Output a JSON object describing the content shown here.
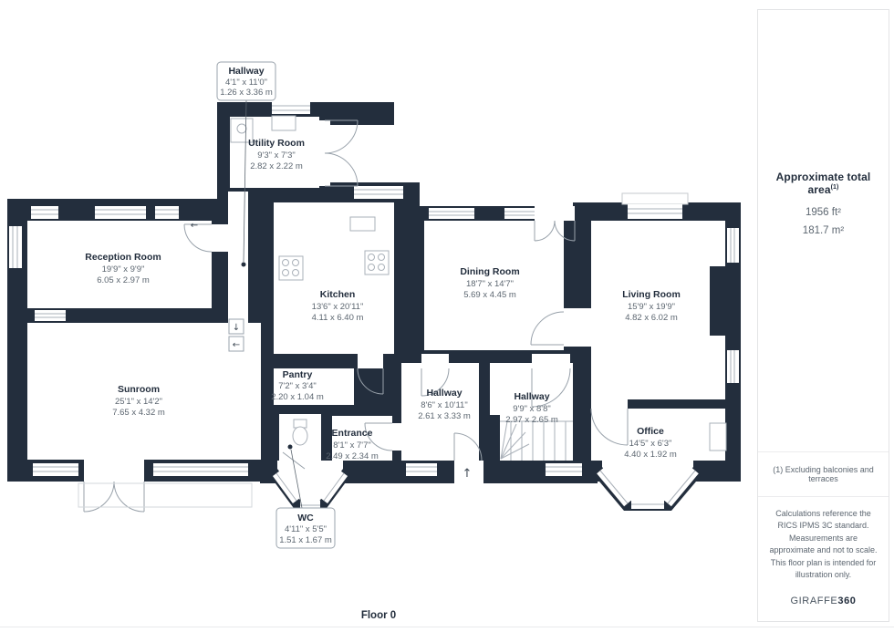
{
  "header": {
    "floor_label": "Floor 0"
  },
  "sidebar": {
    "area_title": "Approximate total area",
    "area_title_sup": "(1)",
    "area_imperial": "1956 ft²",
    "area_metric": "181.7 m²",
    "footnote": "(1) Excluding balconies and terraces",
    "disclaimer": "Calculations reference the RICS IPMS 3C standard. Measurements are approximate and not to scale. This floor plan is intended for illustration only.",
    "brand_name": "GIRAFFE",
    "brand_suffix": "360"
  },
  "rooms": {
    "utility": {
      "name": "Utility Room",
      "imperial": "9'3\" x 7'3\"",
      "metric": "2.82 x 2.22 m"
    },
    "reception": {
      "name": "Reception Room",
      "imperial": "19'9\" x 9'9\"",
      "metric": "6.05 x 2.97 m"
    },
    "kitchen": {
      "name": "Kitchen",
      "imperial": "13'6\" x 20'11\"",
      "metric": "4.11 x 6.40 m"
    },
    "dining": {
      "name": "Dining Room",
      "imperial": "18'7\" x 14'7\"",
      "metric": "5.69 x 4.45 m"
    },
    "living": {
      "name": "Living Room",
      "imperial": "15'9\" x 19'9\"",
      "metric": "4.82 x 6.02 m"
    },
    "sunroom": {
      "name": "Sunroom",
      "imperial": "25'1\" x 14'2\"",
      "metric": "7.65 x 4.32 m"
    },
    "pantry": {
      "name": "Pantry",
      "imperial": "7'2\" x 3'4\"",
      "metric": "2.20 x 1.04 m"
    },
    "hallway_mid": {
      "name": "Hallway",
      "imperial": "8'6\" x 10'11\"",
      "metric": "2.61 x 3.33 m"
    },
    "hallway_right": {
      "name": "Hallway",
      "imperial": "9'9\" x 8'8\"",
      "metric": "2.97 x 2.65 m"
    },
    "entrance": {
      "name": "Entrance",
      "imperial": "8'1\" x 7'7\"",
      "metric": "2.49 x 2.34 m"
    },
    "office": {
      "name": "Office",
      "imperial": "14'5\" x 6'3\"",
      "metric": "4.40 x 1.92 m"
    }
  },
  "callouts": {
    "hallway_top": {
      "name": "Hallway",
      "imperial": "4'1\" x 11'0\"",
      "metric": "1.26 x 3.36 m"
    },
    "wc": {
      "name": "WC",
      "imperial": "4'11\" x 5'5\"",
      "metric": "1.51 x 1.67 m"
    }
  },
  "icons": {
    "up_arrow": "↑",
    "down_arrow": "↓",
    "left_arrow": "←"
  },
  "colors": {
    "wall": "#232e3d",
    "room_name_text": "#232e3d",
    "dimension_text": "#5c6670",
    "door_stroke": "#98a1aa"
  }
}
